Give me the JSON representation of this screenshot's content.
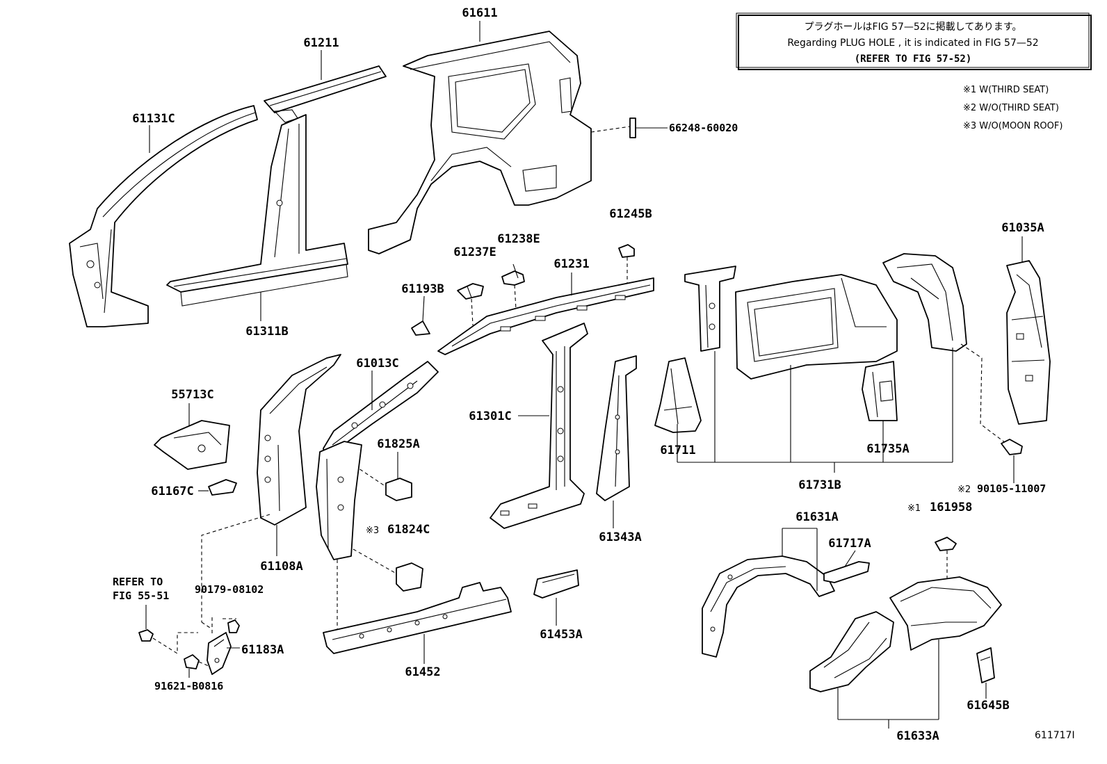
{
  "note": {
    "line_jp": "プラグホールはFIG 57—52に掲載してあります。",
    "line_en": "Regarding  PLUG  HOLE , it is indicated in FIG  57—52",
    "line_ref": "(REFER TO FIG 57-52)"
  },
  "legend": [
    "※1 W(THIRD SEAT)",
    "※2 W/O(THIRD SEAT)",
    "※3 W/O(MOON ROOF)"
  ],
  "parts": {
    "p61611": "61611",
    "p61211": "61211",
    "p61131C": "61131C",
    "p61311B": "61311B",
    "p66248": "66248-60020",
    "p61245B": "61245B",
    "p61238E": "61238E",
    "p61237E": "61237E",
    "p61231": "61231",
    "p61193B": "61193B",
    "p61035A": "61035A",
    "p61013C": "61013C",
    "p55713C": "55713C",
    "p61825A": "61825A",
    "p61301C": "61301C",
    "p61711": "61711",
    "p61735A": "61735A",
    "p61731B": "61731B",
    "p61167C": "61167C",
    "p90105": "90105-11007",
    "p90105_mark": "※2",
    "p61824C": "61824C",
    "p61824C_mark": "※3",
    "p61108A": "61108A",
    "p61343A": "61343A",
    "p161958": "161958",
    "p161958_mark": "※1",
    "p61631A": "61631A",
    "p61717A": "61717A",
    "refer_line1": "REFER TO",
    "refer_line2": "FIG 55-51",
    "p90179": "90179-08102",
    "p61183A": "61183A",
    "p91621": "91621-B0816",
    "p61452": "61452",
    "p61453A": "61453A",
    "p61645B": "61645B",
    "p61633A": "61633A"
  },
  "figure_id": "611717I"
}
